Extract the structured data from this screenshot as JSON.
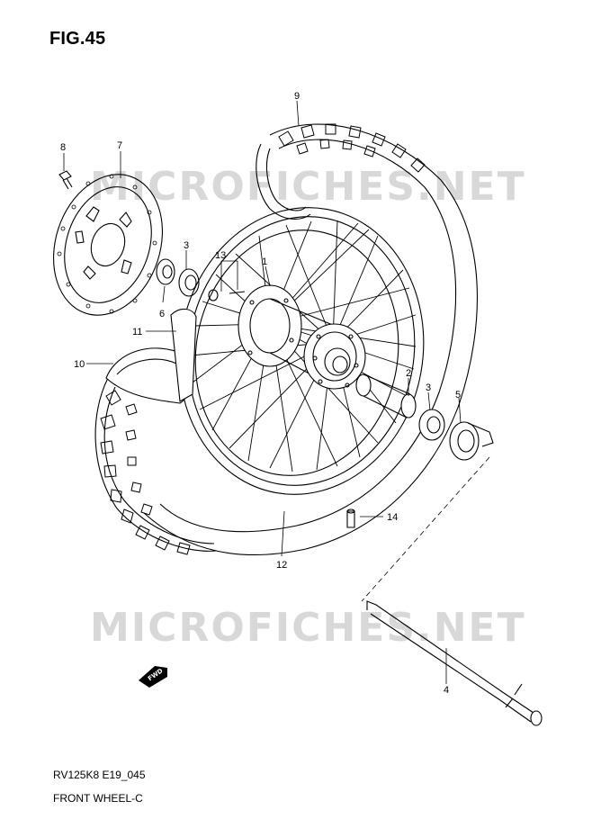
{
  "figure": {
    "title": "FIG.45",
    "model_code": "RV125K8 E19_045",
    "name": "FRONT WHEEL-C"
  },
  "watermark": "MICROFICHES.NET",
  "fwd_label": "FWD",
  "callouts": {
    "c1": "1",
    "c2": "2",
    "c3a": "3",
    "c3b": "3",
    "c4": "4",
    "c5": "5",
    "c6": "6",
    "c7": "7",
    "c8": "8",
    "c9": "9",
    "c10": "10",
    "c11": "11",
    "c12": "12",
    "c13": "13",
    "c14": "14"
  },
  "colors": {
    "line": "#000000",
    "watermark": "#d8d8d8"
  }
}
